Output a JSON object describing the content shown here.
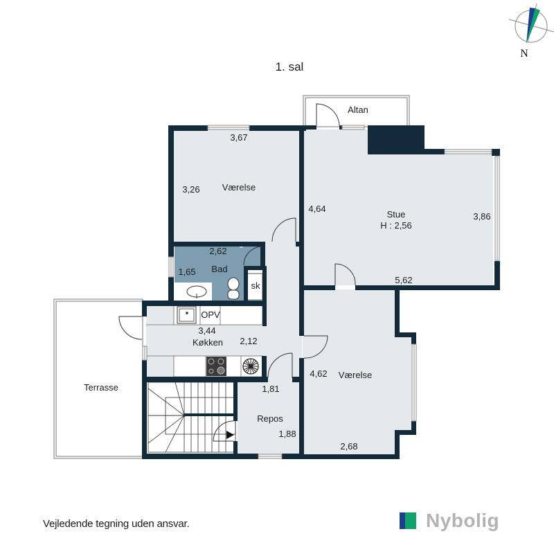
{
  "plan": {
    "title": "1. sal",
    "compass_label": "N",
    "colors": {
      "wall": "#122a3a",
      "floor": "#e6e9ec",
      "bath_floor": "#7f9db0",
      "outline": "#777777",
      "compass_blue": "#1b3f8f",
      "compass_green": "#0fa36b"
    },
    "rooms": {
      "vaerelse_1": {
        "name": "Værelse",
        "width": "3,67",
        "depth": "3,26"
      },
      "stue": {
        "name": "Stue",
        "height": "H : 2,56",
        "depth": "4,64",
        "right": "3,86",
        "width": "5,62"
      },
      "altan": {
        "name": "Altan"
      },
      "bad": {
        "name": "Bad",
        "width": "2,62",
        "depth": "1,65"
      },
      "sk": {
        "name": "sk"
      },
      "opv": {
        "name": "OPV"
      },
      "koekken": {
        "name": "Køkken",
        "width": "3,44",
        "depth": "2,12"
      },
      "terrasse": {
        "name": "Terrasse"
      },
      "repos": {
        "name": "Repos",
        "width": "1,81",
        "depth": "1,88"
      },
      "vaerelse_2": {
        "name": "Værelse",
        "depth": "4,62",
        "width": "2,68"
      }
    }
  },
  "footer": {
    "disclaimer": "Vejledende tegning uden ansvar.",
    "brand": "Nybolig"
  }
}
